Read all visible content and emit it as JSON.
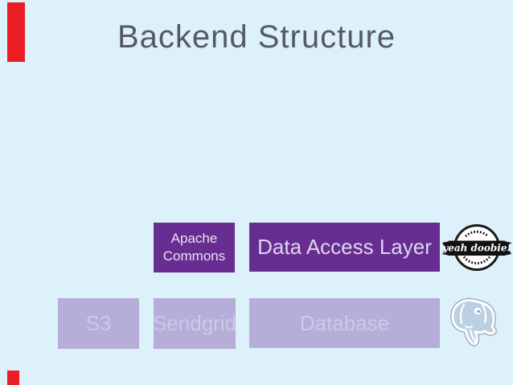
{
  "slide": {
    "title": "Backend Structure",
    "background_color": "#ddf1fb",
    "title_color": "#555a60"
  },
  "boxes": {
    "apache_commons": {
      "line1": "Apache",
      "line2": "Commons",
      "color": "#672d91"
    },
    "data_access_layer": {
      "label": "Data Access Layer",
      "color": "#672d91"
    },
    "s3": {
      "label": "S3",
      "color": "#b6aed8"
    },
    "sendgrid": {
      "label": "Sendgrid",
      "color": "#b6aed8"
    },
    "database": {
      "label": "Database",
      "color": "#b6aed8"
    }
  },
  "badge": {
    "ribbon_text": "yeah doobie!",
    "ribbon_color": "#111111",
    "circle_color": "#ffffff",
    "outline_color": "#1a1a1a"
  },
  "icons": {
    "postgresql": "postgresql-elephant-logo",
    "badge": "yeah-doobie-stamp"
  },
  "markers": {
    "color": "#ec1d25"
  }
}
